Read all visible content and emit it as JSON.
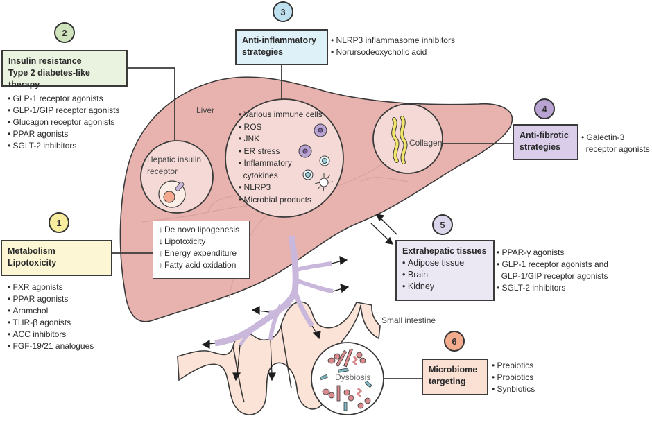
{
  "colors": {
    "liver_fill": "#e8b3ae",
    "liver_inner_circle": "#f4d9d6",
    "vessel": "#c9b7dc",
    "intestine": "#fbe3d8",
    "collagen": "#f3e46a",
    "badge_green": "#cfe3bd",
    "badge_blue": "#bfe0ef",
    "badge_purple": "#b9a3d3",
    "badge_yellow": "#f8ec9f",
    "badge_lilac": "#dcd6ec",
    "badge_orange": "#f4ac8e",
    "box_green": "#eaf2e0",
    "box_blue": "#def0f8",
    "box_purple": "#d9cdea",
    "box_yellow": "#fdf6d4",
    "box_lilac": "#ebe8f4",
    "box_orange": "#fbe1d4"
  },
  "labels": {
    "liver": "Liver",
    "small_intestine": "Small intestine",
    "hepatic_insulin_receptor": [
      "Hepatic insulin",
      "receptor"
    ],
    "collagen": "Collagen",
    "dysbiosis": "Dysbiosis"
  },
  "inflammation_circle": {
    "items": [
      "Various immune cells",
      "ROS",
      "JNK",
      "ER stress",
      "Inflammatory",
      "cytokines",
      "NLRP3",
      "Microbial products"
    ]
  },
  "metabolic_effects": [
    {
      "direction": "↓",
      "text": "De novo lipogenesis"
    },
    {
      "direction": "↓",
      "text": "Lipotoxicity"
    },
    {
      "direction": "↑",
      "text": "Energy expenditure"
    },
    {
      "direction": "↑",
      "text": "Fatty acid oxidation"
    }
  ],
  "strategies": [
    {
      "number": "1",
      "title": [
        "Metabolism",
        "Lipotoxicity"
      ],
      "therapies": [
        "FXR agonists",
        "PPAR agonists",
        "Aramchol",
        "THR-β agonists",
        "ACC inhibitors",
        "FGF-19/21 analogues"
      ]
    },
    {
      "number": "2",
      "title": [
        "Insulin resistance",
        "Type 2 diabetes-like therapy"
      ],
      "therapies": [
        "GLP-1 receptor agonists",
        "GLP-1/GIP receptor agonists",
        "Glucagon receptor agonists",
        "PPAR agonists",
        "SGLT-2 inhibitors"
      ]
    },
    {
      "number": "3",
      "title": [
        "Anti-inflammatory",
        "strategies"
      ],
      "therapies": [
        "NLRP3 inflammasome inhibitors",
        "Norursodeoxycholic acid"
      ]
    },
    {
      "number": "4",
      "title": [
        "Anti-fibrotic",
        "strategies"
      ],
      "therapies": [
        "Galectin-3",
        "receptor agonists"
      ]
    },
    {
      "number": "5",
      "title": [
        "Extrahepatic tissues"
      ],
      "tissues": [
        "Adipose tissue",
        "Brain",
        "Kidney"
      ],
      "therapies": [
        "PPAR-γ agonists",
        "GLP-1 receptor agonists and",
        "GLP-1/GIP receptor agonists",
        "SGLT-2 inhibitors"
      ]
    },
    {
      "number": "6",
      "title": [
        "Microbiome",
        "targeting"
      ],
      "therapies": [
        "Prebiotics",
        "Probiotics",
        "Synbiotics"
      ]
    }
  ]
}
